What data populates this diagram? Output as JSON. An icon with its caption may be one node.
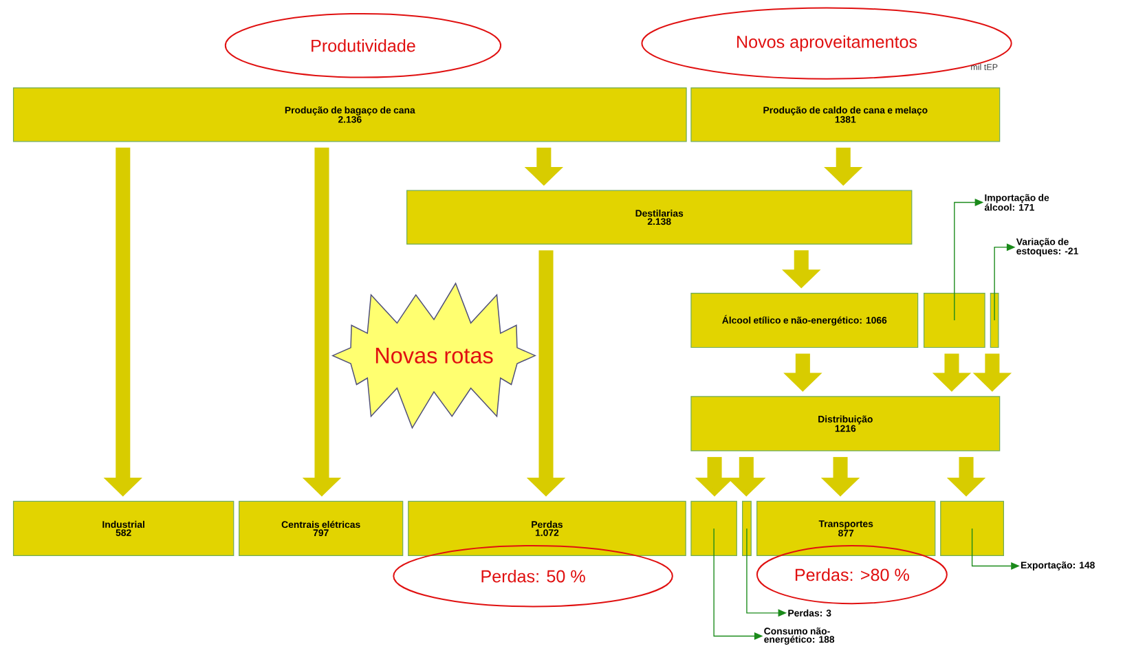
{
  "diagram": {
    "nodes": [
      {
        "text": [
          "Produção de bagaço de cana",
          "2.136"
        ]
      },
      {
        "text": [
          "Produção de caldo de cana e melaço",
          "1381"
        ]
      },
      {
        "text": [
          "Destilarias",
          "2.138"
        ]
      },
      {
        "text": [
          "Álcool etílico e não-energético: 1066"
        ]
      },
      {
        "text": [],
        "shape": "box"
      },
      {
        "text": [],
        "shape": "box"
      },
      {
        "text": [
          "Distribuição",
          "1216"
        ]
      },
      {
        "text": [
          "Industrial",
          "582"
        ]
      },
      {
        "text": [
          "Centrais elétricas",
          "797"
        ]
      },
      {
        "text": [
          "Perdas",
          "1.072"
        ]
      },
      {
        "text": [],
        "shape": "box"
      },
      {
        "text": [],
        "shape": "box"
      },
      {
        "text": [
          "Transportes",
          "877"
        ]
      },
      {
        "text": [],
        "shape": "box"
      },
      {
        "text": [
          "Importação de álcool: 171"
        ]
      },
      {
        "text": [
          "Variação de estoques: -21"
        ]
      },
      {
        "text": [
          "Exportação: 148"
        ]
      },
      {
        "text": [
          "Perdas: 3"
        ]
      },
      {
        "text": [
          "Consumo não-energético: 188"
        ]
      },
      {
        "text": [
          "Produtividade"
        ]
      },
      {
        "text": [
          "Novos aproveitamentos"
        ]
      },
      {
        "text": [
          "Novas rotas"
        ]
      },
      {
        "text": [
          "Perdas: 50 %"
        ]
      },
      {
        "text": [
          "Perdas: >80 %"
        ]
      }
    ],
    "edges": [
      {
        "from": 0,
        "to": 7,
        "arrow": "to"
      },
      {
        "from": 0,
        "to": 8,
        "arrow": "to"
      },
      {
        "from": 0,
        "to": 2,
        "arrow": "to"
      },
      {
        "from": 1,
        "to": 2,
        "arrow": "to"
      },
      {
        "from": 2,
        "to": 9,
        "arrow": "to"
      },
      {
        "from": 2,
        "to": 3,
        "arrow": "to"
      },
      {
        "from": 3,
        "to": 6,
        "arrow": "to"
      },
      {
        "from": 4,
        "to": 6,
        "arrow": "to"
      },
      {
        "from": 5,
        "to": 6,
        "arrow": "to"
      },
      {
        "from": 6,
        "to": 10,
        "arrow": "to"
      },
      {
        "from": 6,
        "to": 11,
        "arrow": "to"
      },
      {
        "from": 6,
        "to": 12,
        "arrow": "to"
      },
      {
        "from": 6,
        "to": 13,
        "arrow": "to"
      },
      {
        "from": 4,
        "to": 14,
        "arrow": "to",
        "color": "#1a8a1a"
      },
      {
        "from": 5,
        "to": 15,
        "arrow": "to",
        "color": "#1a8a1a"
      },
      {
        "from": 13,
        "to": 16,
        "arrow": "to",
        "color": "#1a8a1a"
      },
      {
        "from": 11,
        "to": 17,
        "arrow": "to",
        "color": "#1a8a1a"
      },
      {
        "from": 10,
        "to": 18,
        "arrow": "to",
        "color": "#1a8a1a"
      }
    ],
    "labels": [
      "mil tEP"
    ]
  }
}
